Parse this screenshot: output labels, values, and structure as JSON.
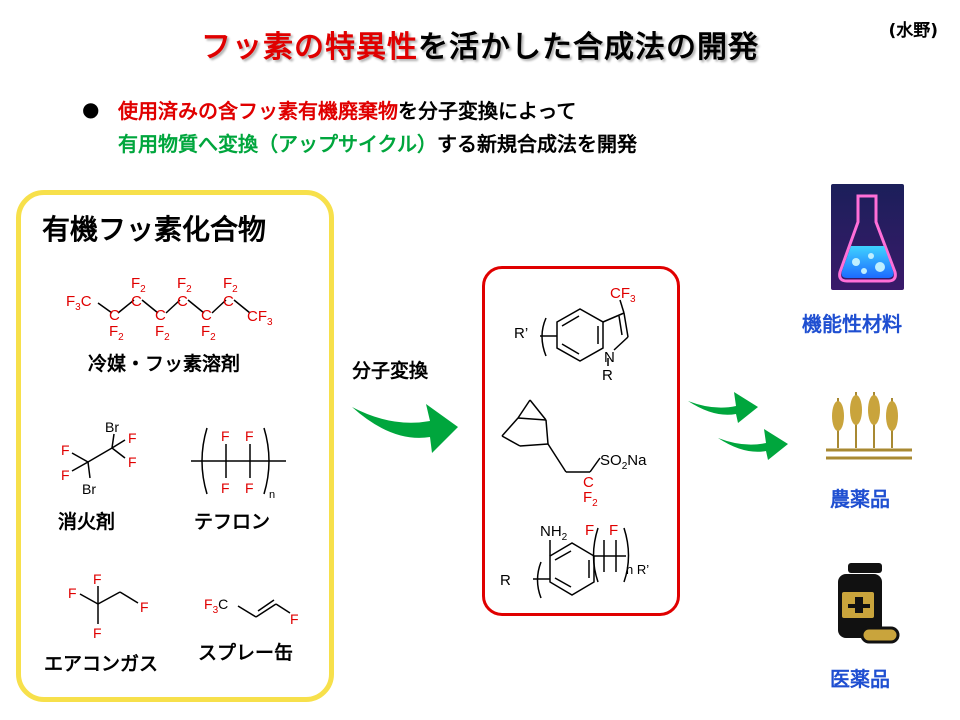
{
  "title": {
    "highlight": "フッ素の特異性",
    "rest": "を活かした合成法の開発"
  },
  "author": "(水野)",
  "summary": {
    "bullet": "●",
    "line1_red": "使用済みの含フッ素有機廃棄物",
    "line1_black": "を分子変換によって",
    "line2_green": "有用物質へ変換（アップサイクル）",
    "line2_black": "する新規合成法を開発"
  },
  "left_box": {
    "title": "有機フッ素化合物",
    "items": [
      {
        "label": "冷媒・フッ素溶剤"
      },
      {
        "label": "消火剤"
      },
      {
        "label": "テフロン"
      },
      {
        "label": "エアコンガス"
      },
      {
        "label": "スプレー缶"
      }
    ]
  },
  "conversion_label": "分子変換",
  "products": [
    {
      "label": "機能性材料",
      "icon": "flask-icon"
    },
    {
      "label": "農薬品",
      "icon": "wheat-icon"
    },
    {
      "label": "医薬品",
      "icon": "medicine-bottle-icon"
    }
  ],
  "colors": {
    "red": "#e00000",
    "green": "#00a63d",
    "yellow_border": "#f7e04b",
    "blue_label": "#1f4fd1"
  },
  "chem_text": {
    "F": "F",
    "F2": "F",
    "sub2": "2",
    "sub3": "3",
    "C": "C",
    "Br": "Br",
    "F3C": "F",
    "CF3": "CF",
    "n": "n",
    "N": "N",
    "R": "R",
    "Rp": "R’",
    "SO2Na_a": "SO",
    "SO2Na_b": "Na",
    "NH2": "NH",
    "nRp": "n R’"
  }
}
